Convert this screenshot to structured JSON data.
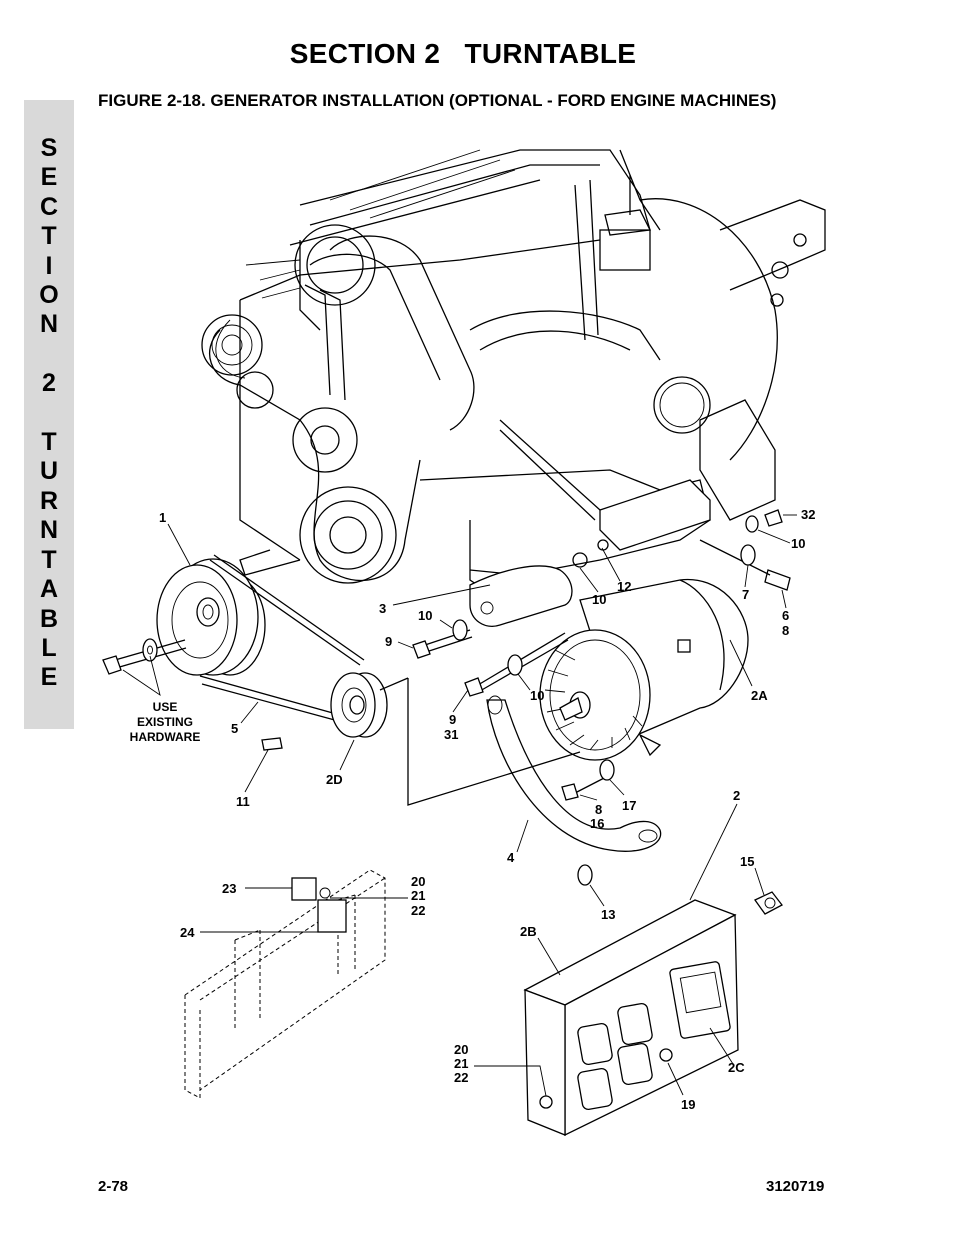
{
  "header": {
    "section_title": "SECTION 2   TURNTABLE"
  },
  "side_tab": {
    "lines": [
      "S",
      "E",
      "C",
      "T",
      "I",
      "O",
      "N",
      "",
      "2",
      "",
      "T",
      "U",
      "R",
      "N",
      "T",
      "A",
      "B",
      "L",
      "E"
    ]
  },
  "figure": {
    "title": "FIGURE 2-18.  GENERATOR INSTALLATION (OPTIONAL - FORD ENGINE MACHINES)",
    "callouts": {
      "c1": "1",
      "c32": "32",
      "c10a": "10",
      "c10b": "10",
      "c12": "12",
      "c7": "7",
      "c6": "6",
      "c8a": "8",
      "c3": "3",
      "c10c": "10",
      "c9a": "9",
      "c10d": "10",
      "c2a": "2A",
      "c9b": "9",
      "c31": "31",
      "c5": "5",
      "c11": "11",
      "c2d": "2D",
      "c8b": "8",
      "c16": "16",
      "c17": "17",
      "c2": "2",
      "c4": "4",
      "c15": "15",
      "c13": "13",
      "c23": "23",
      "c20a": "20",
      "c21a": "21",
      "c22a": "22",
      "c24": "24",
      "c2b": "2B",
      "c20b": "20",
      "c21b": "21",
      "c22b": "22",
      "c2c": "2C",
      "c19": "19"
    },
    "note_lines": [
      "USE",
      "EXISTING",
      "HARDWARE"
    ]
  },
  "footer": {
    "page_number": "2-78",
    "doc_number": "3120719"
  }
}
